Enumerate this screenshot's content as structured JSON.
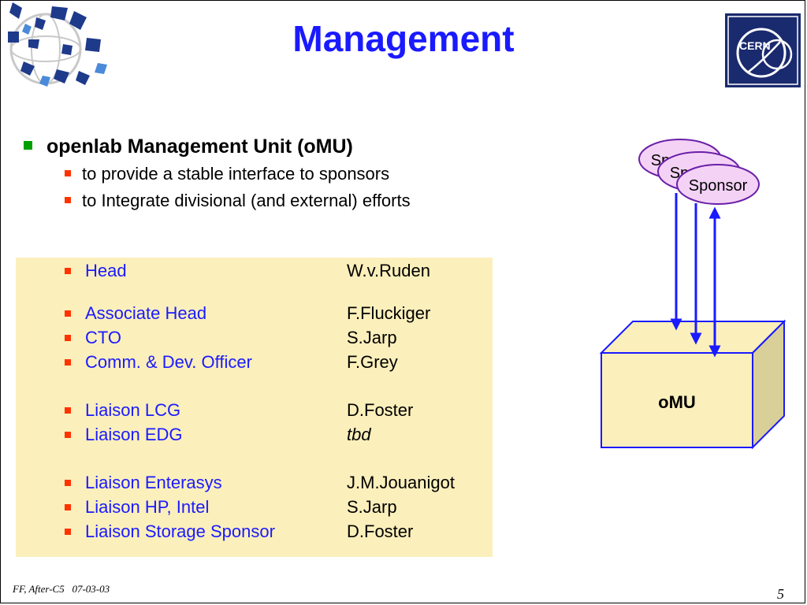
{
  "slide": {
    "title": "Management",
    "main_bullet": "openlab Management Unit (oMU)",
    "sub_bullets": [
      "to provide a stable interface to sponsors",
      "to Integrate divisional (and external) efforts"
    ],
    "staff": [
      {
        "role": "Head",
        "person": "W.v.Ruden"
      },
      {
        "role": "Associate Head",
        "person": "F.Fluckiger"
      },
      {
        "role": "CTO",
        "person": "S.Jarp"
      },
      {
        "role": "Comm. & Dev. Officer",
        "person": "F.Grey"
      },
      {
        "role": "Liaison LCG",
        "person": "D.Foster"
      },
      {
        "role": "Liaison EDG",
        "person": "tbd"
      },
      {
        "role": "Liaison Enterasys",
        "person": "J.M.Jouanigot"
      },
      {
        "role": "Liaison HP, Intel",
        "person": "S.Jarp"
      },
      {
        "role": "Liaison Storage Sponsor",
        "person": "D.Foster"
      }
    ]
  },
  "diagram": {
    "sponsors": [
      "Sponsor",
      "Sponsor",
      "Sponsor"
    ],
    "box_label": "oMU"
  },
  "footer": {
    "left_text": "FF, After-C5   07-03-03",
    "page_number": "5"
  },
  "logos": {
    "cern_text": "CERN"
  },
  "colors": {
    "title_blue": "#1a1aff",
    "bullet_green": "#00a000",
    "bullet_red": "#ff3300",
    "box_fill": "#fbefbb",
    "sponsor_fill": "#f4d2f6",
    "sponsor_border": "#6a1fa8",
    "arrow_blue": "#1a1aff",
    "cern_navy": "#1a2a6e"
  }
}
